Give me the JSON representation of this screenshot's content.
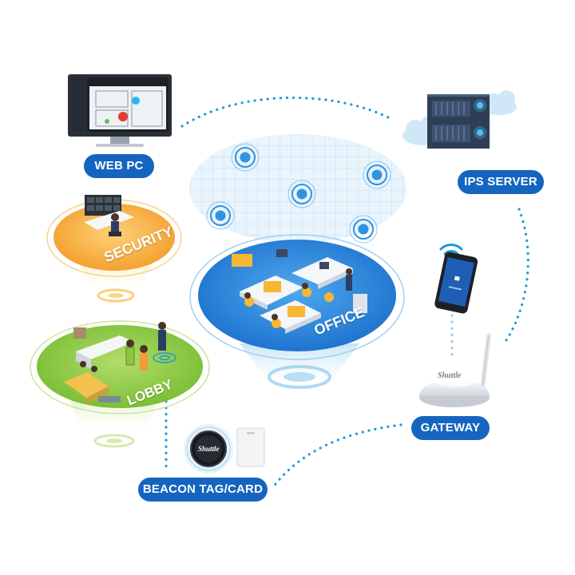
{
  "labels": {
    "web_pc": "WEB PC",
    "ips_server": "IPS SERVER",
    "gateway": "GATEWAY",
    "beacon": "BEACON TAG/CARD"
  },
  "zones": {
    "security": "SECURITY",
    "office": "OFFICE",
    "lobby": "LOBBY"
  },
  "brand": {
    "gateway": "Shuttle",
    "beacon_tag": "Shuttle"
  },
  "colors": {
    "accent": "#1565c0",
    "dotted_link": "#1e9ad6",
    "office_zone": "#2f8fe0",
    "security_zone": "#f7a93b",
    "lobby_zone": "#8cc63f",
    "cloud": "#cfe7f7",
    "server": "#2e3f55"
  },
  "icons": [
    "monitor-icon",
    "server-rack-icon",
    "cloud-icon",
    "smartphone-icon",
    "wifi-icon",
    "gateway-device-icon",
    "antenna-icon",
    "beacon-tag-icon",
    "beacon-card-icon",
    "beacon-signal-icon"
  ]
}
